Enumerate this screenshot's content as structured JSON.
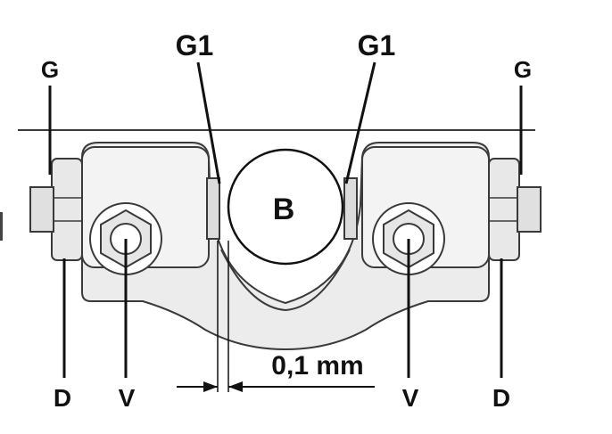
{
  "labels": {
    "g_left": "G",
    "g_right": "G",
    "g1_left": "G1",
    "g1_right": "G1",
    "ball": "B",
    "d_left": "D",
    "d_right": "D",
    "v_left": "V",
    "v_right": "V",
    "clearance": "0,1 mm"
  },
  "colors": {
    "line": "#111111",
    "part_fill": "#ececec",
    "part_stroke": "#3a3a3a",
    "background": "#ffffff"
  }
}
